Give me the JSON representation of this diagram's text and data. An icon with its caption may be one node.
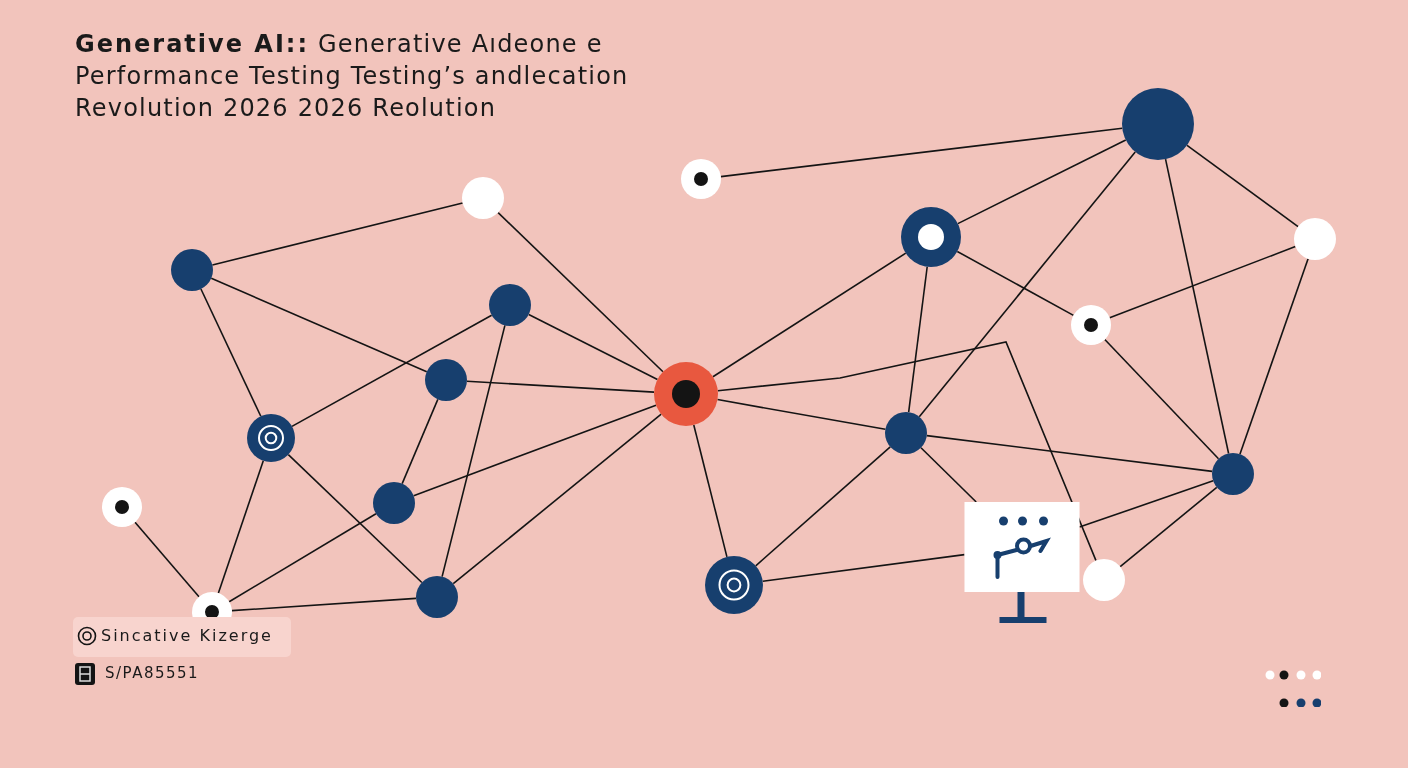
{
  "diagram": {
    "title": "**Generative AI::** Generative Aıdeone e Performance Testing Testing’s andlecation Revolution 2026 2026 Reolution",
    "nodes": [
      {
        "text": [],
        "shape": "circle"
      },
      {
        "text": [],
        "shape": "circle"
      },
      {
        "text": [],
        "shape": "circle"
      },
      {
        "text": [],
        "shape": "circle"
      },
      {
        "text": [],
        "shape": "circle"
      },
      {
        "text": [],
        "shape": "circle"
      },
      {
        "text": [],
        "shape": "circle"
      },
      {
        "text": [],
        "shape": "circle"
      },
      {
        "text": [],
        "shape": "circle"
      },
      {
        "text": [],
        "shape": "circle"
      },
      {
        "text": [],
        "shape": "circle"
      },
      {
        "text": [],
        "shape": "circle"
      },
      {
        "text": [],
        "shape": "circle"
      },
      {
        "text": [],
        "shape": "circle"
      },
      {
        "text": [],
        "shape": "circle"
      },
      {
        "text": [],
        "shape": "picture"
      },
      {
        "text": [],
        "shape": "circle"
      },
      {
        "text": [],
        "shape": "circle"
      },
      {
        "text": [],
        "shape": "circle"
      },
      {
        "text": [],
        "shape": "circle"
      }
    ],
    "edges": [
      {
        "from": 5,
        "to": 2,
        "arrow": "none"
      },
      {
        "from": 2,
        "to": 9,
        "arrow": "none"
      },
      {
        "from": 5,
        "to": 8,
        "arrow": "none"
      },
      {
        "from": 5,
        "to": 10,
        "arrow": "none"
      },
      {
        "from": 6,
        "to": 10,
        "arrow": "none"
      },
      {
        "from": 6,
        "to": 9,
        "arrow": "none"
      },
      {
        "from": 6,
        "to": 18,
        "arrow": "none"
      },
      {
        "from": 8,
        "to": 9,
        "arrow": "none"
      },
      {
        "from": 8,
        "to": 14,
        "arrow": "none"
      },
      {
        "from": 10,
        "to": 19,
        "arrow": "none"
      },
      {
        "from": 10,
        "to": 18,
        "arrow": "none"
      },
      {
        "from": 13,
        "to": 19,
        "arrow": "none"
      },
      {
        "from": 14,
        "to": 19,
        "arrow": "none"
      },
      {
        "from": 14,
        "to": 9,
        "arrow": "none"
      },
      {
        "from": 18,
        "to": 9,
        "arrow": "none"
      },
      {
        "from": 19,
        "to": 18,
        "arrow": "none"
      },
      {
        "from": 1,
        "to": 0,
        "arrow": "none"
      },
      {
        "from": 3,
        "to": 0,
        "arrow": "none"
      },
      {
        "from": 9,
        "to": 3,
        "arrow": "none"
      },
      {
        "from": 3,
        "to": 11,
        "arrow": "none"
      },
      {
        "from": 3,
        "to": 7,
        "arrow": "none"
      },
      {
        "from": 0,
        "to": 11,
        "arrow": "none"
      },
      {
        "from": 0,
        "to": 4,
        "arrow": "none"
      },
      {
        "from": 0,
        "to": 12,
        "arrow": "none"
      },
      {
        "from": 4,
        "to": 7,
        "arrow": "none"
      },
      {
        "from": 4,
        "to": 12,
        "arrow": "none"
      },
      {
        "from": 7,
        "to": 12,
        "arrow": "none"
      },
      {
        "from": 9,
        "to": 11,
        "arrow": "none"
      },
      {
        "from": 11,
        "to": 12,
        "arrow": "none"
      },
      {
        "from": 9,
        "to": 16,
        "arrow": "none"
      },
      {
        "from": 11,
        "to": 17,
        "arrow": "none"
      },
      {
        "from": 11,
        "to": 15,
        "arrow": "none"
      },
      {
        "from": 17,
        "to": 15,
        "arrow": "none"
      },
      {
        "from": 15,
        "to": 12,
        "arrow": "none"
      },
      {
        "from": 16,
        "to": 12,
        "arrow": "none"
      },
      {
        "from": 9,
        "to": 17,
        "arrow": "none"
      }
    ],
    "labels": [
      "Sincative Kizerge",
      "S/PA85551"
    ]
  }
}
